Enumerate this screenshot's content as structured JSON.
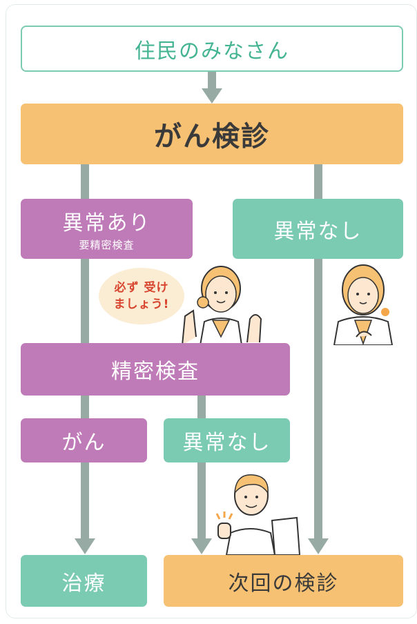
{
  "nodes": {
    "residents": "住民のみなさん",
    "screening": "がん検診",
    "abnormal": "異常あり",
    "abnormal_sub": "要精密検査",
    "normal_right": "異常なし",
    "detailed_exam": "精密検査",
    "cancer": "がん",
    "normal_lower": "異常なし",
    "treatment": "治療",
    "next_screening": "次回の検診"
  },
  "speech_bubble": {
    "line1": "必ず 受け",
    "line2": "ましょう!"
  },
  "colors": {
    "orange": "#f6c172",
    "purple": "#bf7bb8",
    "teal": "#7bcab2",
    "arrow": "#98aaa4"
  }
}
